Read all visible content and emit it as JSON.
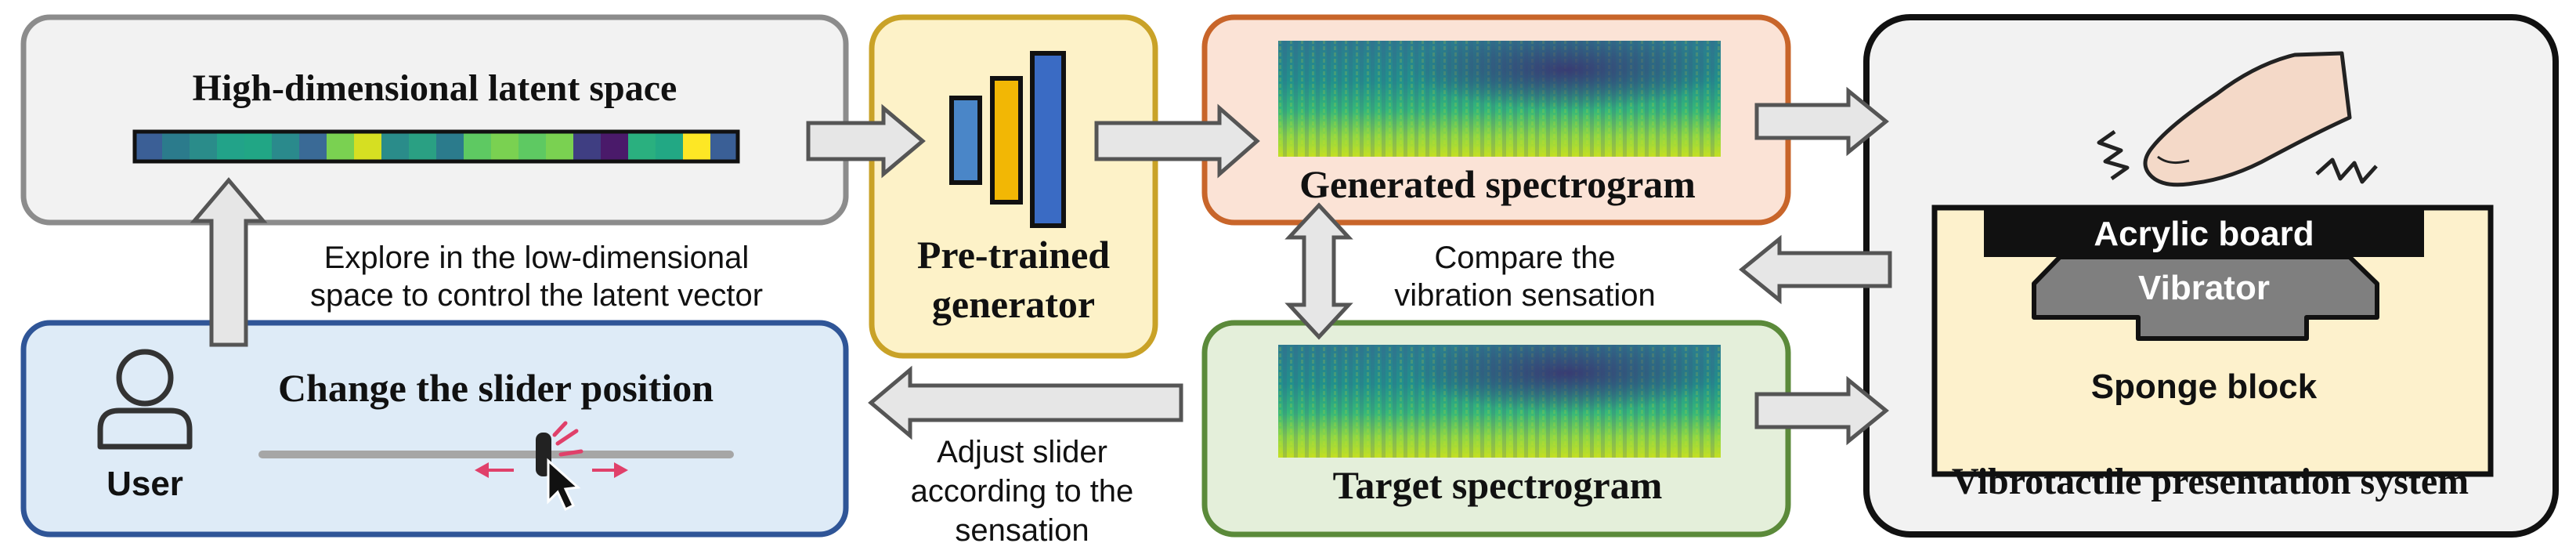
{
  "latent_box": {
    "title": "High-dimensional latent space"
  },
  "generator_box": {
    "title_line1": "Pre-trained",
    "title_line2": "generator"
  },
  "generated_box": {
    "title": "Generated spectrogram"
  },
  "target_box": {
    "title": "Target spectrogram"
  },
  "slider_box": {
    "title": "Change the slider position",
    "user_label": "User"
  },
  "vibro_box": {
    "title": "Vibrotactile presentation system",
    "acrylic_label": "Acrylic board",
    "vibrator_label": "Vibrator",
    "sponge_label": "Sponge block"
  },
  "annotations": {
    "explore_line1": "Explore in the low-dimensional",
    "explore_line2": "space to control the latent vector",
    "compare_line1": "Compare the",
    "compare_line2": "vibration sensation",
    "adjust_line1": "Adjust slider",
    "adjust_line2": "according to the",
    "adjust_line3": "sensation"
  },
  "colors": {
    "latent_border": "#8c8c8c",
    "generator_border": "#c9a227",
    "generated_border": "#c8652a",
    "target_border": "#5b8a3a",
    "slider_border": "#2f5597",
    "vibro_border": "#111111",
    "arrow_fill": "#e6e6e6",
    "arrow_stroke": "#555555",
    "slider_arrow": "#e0406a"
  },
  "latent_vector_colors": [
    "#3b5f96",
    "#2b7b8c",
    "#2a8c8a",
    "#22a389",
    "#21a685",
    "#2a8a8c",
    "#3a6a96",
    "#7ad151",
    "#d6df22",
    "#2a8c8a",
    "#2aa083",
    "#2b7b8c",
    "#5ec962",
    "#7ad151",
    "#5ec962",
    "#7ad151",
    "#3f3e82",
    "#4a1a6a",
    "#2ab07f",
    "#22a884",
    "#fde725",
    "#3a5f96"
  ]
}
